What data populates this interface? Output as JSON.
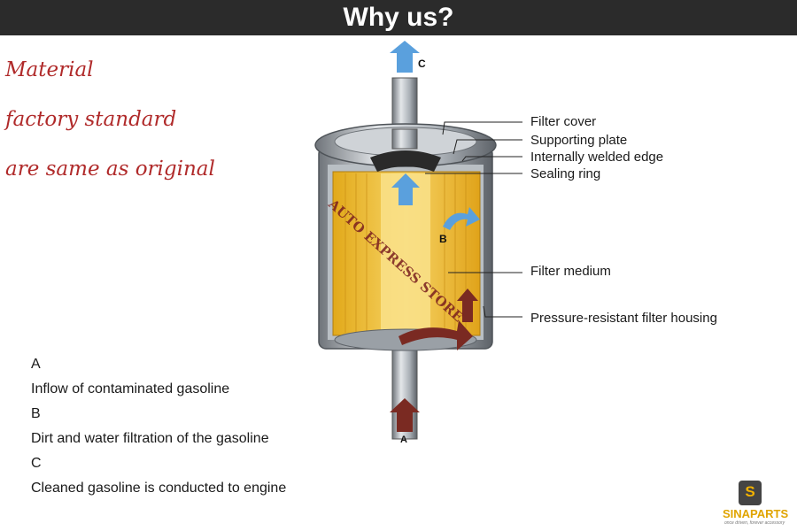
{
  "header": {
    "title": "Why us?"
  },
  "claims": [
    "Material",
    "factory standard",
    "are same as original"
  ],
  "diagram": {
    "flow_labels": {
      "a": "A",
      "b": "B",
      "c": "C"
    },
    "parts": [
      "Filter cover",
      "Supporting plate",
      "Internally welded edge",
      "Sealing ring",
      "Filter medium",
      "Pressure-resistant filter housing"
    ],
    "watermark": "AUTO EXPRESS STORE"
  },
  "legend": [
    {
      "letter": "A",
      "text": "Inflow of contaminated gasoline"
    },
    {
      "letter": "B",
      "text": "Dirt and water filtration of the gasoline"
    },
    {
      "letter": "C",
      "text": "Cleaned gasoline is conducted to engine"
    }
  ],
  "logo": {
    "name": "SINAPARTS",
    "tagline": "once driven, forever accessory"
  },
  "colors": {
    "header_bg": "#2b2b2b",
    "claim_text": "#b02a2a",
    "filter_medium": "#f2c94c",
    "arrow_inflow": "#7a2a22",
    "arrow_clean": "#5aa0dd",
    "logo_accent": "#f2b200"
  }
}
